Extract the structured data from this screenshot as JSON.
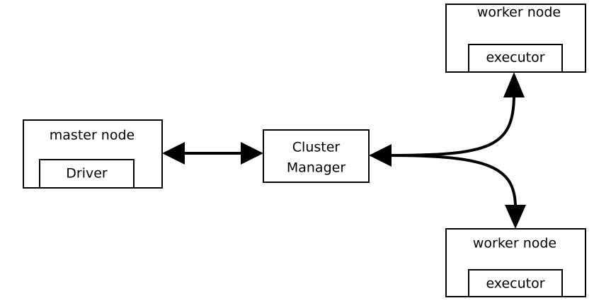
{
  "nodes": {
    "master": {
      "title": "master node",
      "inner": "Driver"
    },
    "cluster_manager": {
      "line1": "Cluster",
      "line2": "Manager"
    },
    "worker_top": {
      "title": "worker node",
      "inner": "executor"
    },
    "worker_bottom": {
      "title": "worker node",
      "inner": "executor"
    }
  },
  "style": {
    "stroke_color": "#000000",
    "background": "#ffffff"
  }
}
